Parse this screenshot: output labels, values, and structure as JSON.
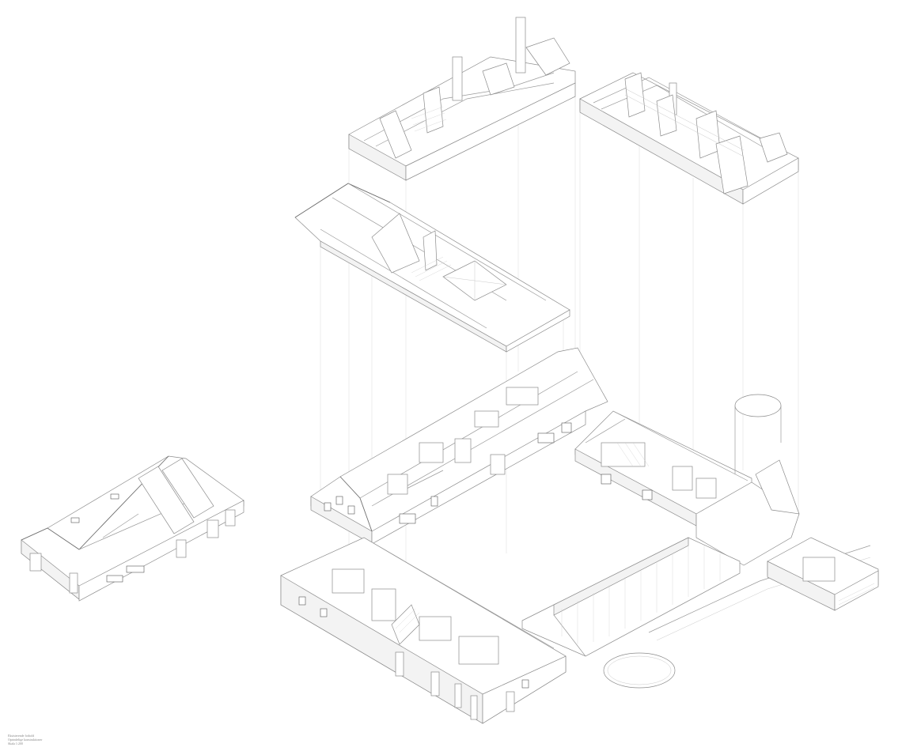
{
  "caption": {
    "line1": "Eksisterende forhold",
    "line2": "Oprindelige konstruktioner",
    "line3": "Skala 1:200"
  },
  "colors": {
    "background": "#ffffff",
    "line": "#9a9a9a",
    "dark_line": "#6f6f6f",
    "projection_line": "#dcdcdc"
  }
}
